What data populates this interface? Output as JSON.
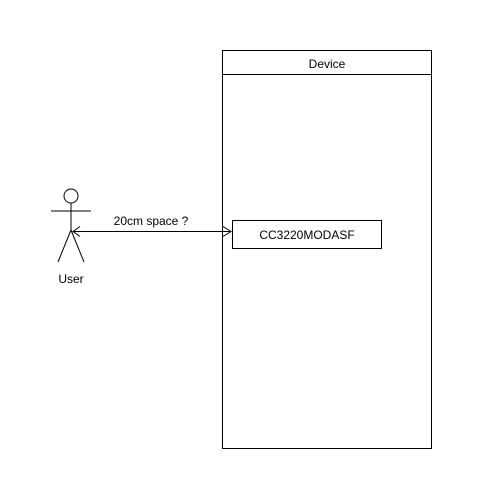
{
  "device": {
    "title": "Device"
  },
  "module": {
    "label": "CC3220MODASF"
  },
  "actor": {
    "label": "User"
  },
  "connector": {
    "label": "20cm space ?"
  },
  "colors": {
    "stroke": "#000000",
    "background": "#ffffff",
    "text": "#000000"
  }
}
